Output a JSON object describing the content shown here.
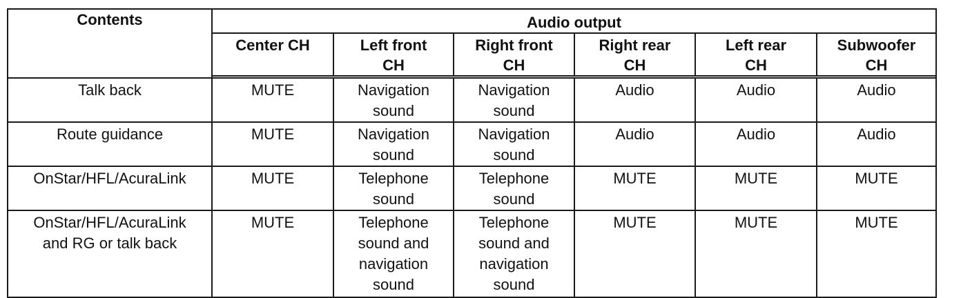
{
  "table": {
    "contents_header": "Contents",
    "group_header": "Audio output",
    "columns": [
      [
        "Center CH"
      ],
      [
        "Left front",
        "CH"
      ],
      [
        "Right front",
        "CH"
      ],
      [
        "Right rear",
        "CH"
      ],
      [
        "Left rear",
        "CH"
      ],
      [
        "Subwoofer",
        "CH"
      ]
    ],
    "rows": [
      {
        "contents": [
          "Talk back"
        ],
        "cells": [
          [
            "MUTE"
          ],
          [
            "Navigation",
            "sound"
          ],
          [
            "Navigation",
            "sound"
          ],
          [
            "Audio"
          ],
          [
            "Audio"
          ],
          [
            "Audio"
          ]
        ]
      },
      {
        "contents": [
          "Route guidance"
        ],
        "cells": [
          [
            "MUTE"
          ],
          [
            "Navigation",
            "sound"
          ],
          [
            "Navigation",
            "sound"
          ],
          [
            "Audio"
          ],
          [
            "Audio"
          ],
          [
            "Audio"
          ]
        ]
      },
      {
        "contents": [
          "OnStar/HFL/AcuraLink"
        ],
        "cells": [
          [
            "MUTE"
          ],
          [
            "Telephone",
            "sound"
          ],
          [
            "Telephone",
            "sound"
          ],
          [
            "MUTE"
          ],
          [
            "MUTE"
          ],
          [
            "MUTE"
          ]
        ]
      },
      {
        "contents": [
          "OnStar/HFL/AcuraLink",
          "and RG or talk back"
        ],
        "cells": [
          [
            "MUTE"
          ],
          [
            "Telephone",
            "sound and",
            "navigation",
            "sound"
          ],
          [
            "Telephone",
            "sound and",
            "navigation",
            "sound"
          ],
          [
            "MUTE"
          ],
          [
            "MUTE"
          ],
          [
            "MUTE"
          ]
        ]
      }
    ]
  }
}
